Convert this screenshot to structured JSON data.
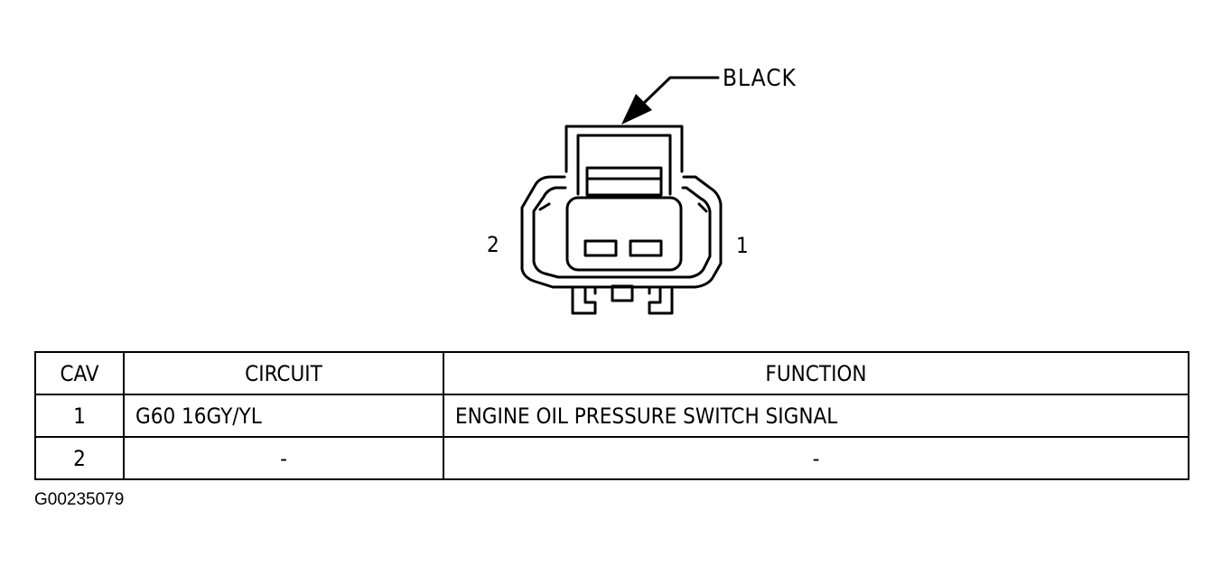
{
  "diagram": {
    "color_label": "BLACK",
    "cavity_left_label": "2",
    "cavity_right_label": "1"
  },
  "table": {
    "headers": {
      "cav": "CAV",
      "circuit": "CIRCUIT",
      "function": "FUNCTION"
    },
    "rows": [
      {
        "cav": "1",
        "circuit": "G60 16GY/YL",
        "function": "ENGINE OIL PRESSURE SWITCH SIGNAL"
      },
      {
        "cav": "2",
        "circuit": "-",
        "function": "-"
      }
    ]
  },
  "figure_id": "G00235079"
}
